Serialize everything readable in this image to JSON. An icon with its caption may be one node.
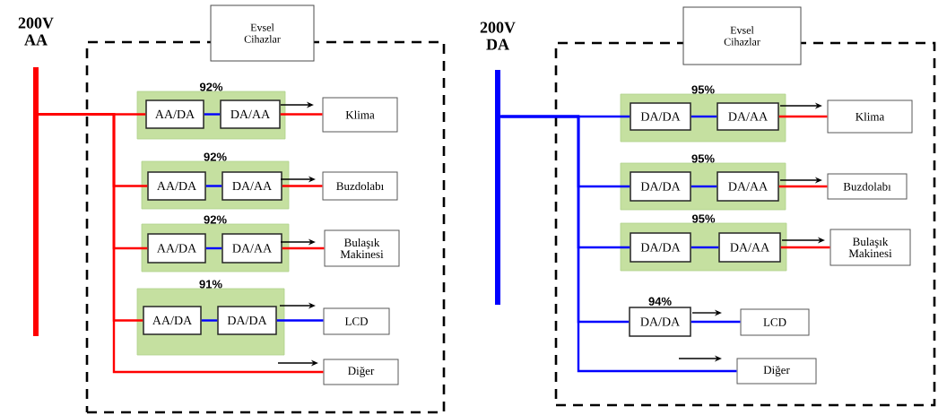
{
  "diagram": {
    "nodes": [
      {
        "text": [
          "200V AA"
        ]
      },
      {
        "text": [
          "Evsel Cihazlar"
        ]
      },
      {
        "text": [
          "92%"
        ],
        "in": 1
      },
      {
        "text": [
          "AA/DA"
        ],
        "in": 2
      },
      {
        "text": [
          "DA/AA"
        ],
        "in": 2
      },
      {
        "text": [
          "Klima"
        ],
        "in": 1
      },
      {
        "text": [
          "92%"
        ],
        "in": 1
      },
      {
        "text": [
          "AA/DA"
        ],
        "in": 6
      },
      {
        "text": [
          "DA/AA"
        ],
        "in": 6
      },
      {
        "text": [
          "Buzdolabı"
        ],
        "in": 1
      },
      {
        "text": [
          "92%"
        ],
        "in": 1
      },
      {
        "text": [
          "AA/DA"
        ],
        "in": 10
      },
      {
        "text": [
          "DA/AA"
        ],
        "in": 10
      },
      {
        "text": [
          "Bulaşık Makinesi"
        ],
        "in": 1
      },
      {
        "text": [
          "91%"
        ],
        "in": 1
      },
      {
        "text": [
          "AA/DA"
        ],
        "in": 14
      },
      {
        "text": [
          "DA/DA"
        ],
        "in": 14
      },
      {
        "text": [
          "LCD"
        ],
        "in": 1
      },
      {
        "text": [
          "Diğer"
        ],
        "in": 1
      },
      {
        "text": [
          "200V DA"
        ]
      },
      {
        "text": [
          "Evsel Cihazlar"
        ]
      },
      {
        "text": [
          "95%"
        ],
        "in": 20
      },
      {
        "text": [
          "DA/DA"
        ],
        "in": 21
      },
      {
        "text": [
          "DA/AA"
        ],
        "in": 21
      },
      {
        "text": [
          "Klima"
        ],
        "in": 20
      },
      {
        "text": [
          "95%"
        ],
        "in": 20
      },
      {
        "text": [
          "DA/DA"
        ],
        "in": 25
      },
      {
        "text": [
          "DA/AA"
        ],
        "in": 25
      },
      {
        "text": [
          "Buzdolabı"
        ],
        "in": 20
      },
      {
        "text": [
          "95%"
        ],
        "in": 20
      },
      {
        "text": [
          "DA/DA"
        ],
        "in": 29
      },
      {
        "text": [
          "DA/AA"
        ],
        "in": 29
      },
      {
        "text": [
          "Bulaşık Makinesi"
        ],
        "in": 20
      },
      {
        "text": [
          "DA/DA"
        ],
        "beside": [
          "94%"
        ],
        "in": 20
      },
      {
        "text": [
          "LCD"
        ],
        "in": 20
      },
      {
        "text": [
          "Diğer"
        ],
        "in": 20
      }
    ],
    "edges": [
      {
        "from": 0,
        "to": 3,
        "arrow": "none",
        "color": "#ff0000"
      },
      {
        "from": 3,
        "to": 4,
        "arrow": "none"
      },
      {
        "from": 4,
        "to": 5,
        "arrow": "none",
        "color": "#ff0000"
      },
      {
        "from": 0,
        "to": 7,
        "arrow": "none",
        "color": "#ff0000"
      },
      {
        "from": 7,
        "to": 8,
        "arrow": "none"
      },
      {
        "from": 8,
        "to": 9,
        "arrow": "none",
        "color": "#ff0000"
      },
      {
        "from": 0,
        "to": 11,
        "arrow": "none",
        "color": "#ff0000"
      },
      {
        "from": 11,
        "to": 12,
        "arrow": "none"
      },
      {
        "from": 12,
        "to": 13,
        "arrow": "none",
        "color": "#ff0000"
      },
      {
        "from": 0,
        "to": 15,
        "arrow": "none",
        "color": "#ff0000"
      },
      {
        "from": 15,
        "to": 16,
        "arrow": "none"
      },
      {
        "from": 16,
        "to": 17,
        "arrow": "none"
      },
      {
        "from": 0,
        "to": 18,
        "arrow": "none",
        "color": "#ff0000"
      },
      {
        "from": 19,
        "to": 22,
        "arrow": "none"
      },
      {
        "from": 22,
        "to": 23,
        "arrow": "none"
      },
      {
        "from": 23,
        "to": 24,
        "arrow": "none",
        "color": "#ff0000"
      },
      {
        "from": 19,
        "to": 26,
        "arrow": "none"
      },
      {
        "from": 26,
        "to": 27,
        "arrow": "none"
      },
      {
        "from": 27,
        "to": 28,
        "arrow": "none",
        "color": "#ff0000"
      },
      {
        "from": 19,
        "to": 30,
        "arrow": "none"
      },
      {
        "from": 30,
        "to": 31,
        "arrow": "none"
      },
      {
        "from": 31,
        "to": 32,
        "arrow": "none",
        "color": "#ff0000"
      },
      {
        "from": 19,
        "to": 33,
        "arrow": "none"
      },
      {
        "from": 33,
        "to": 34,
        "arrow": "none"
      },
      {
        "from": 19,
        "to": 35,
        "arrow": "none"
      }
    ]
  }
}
